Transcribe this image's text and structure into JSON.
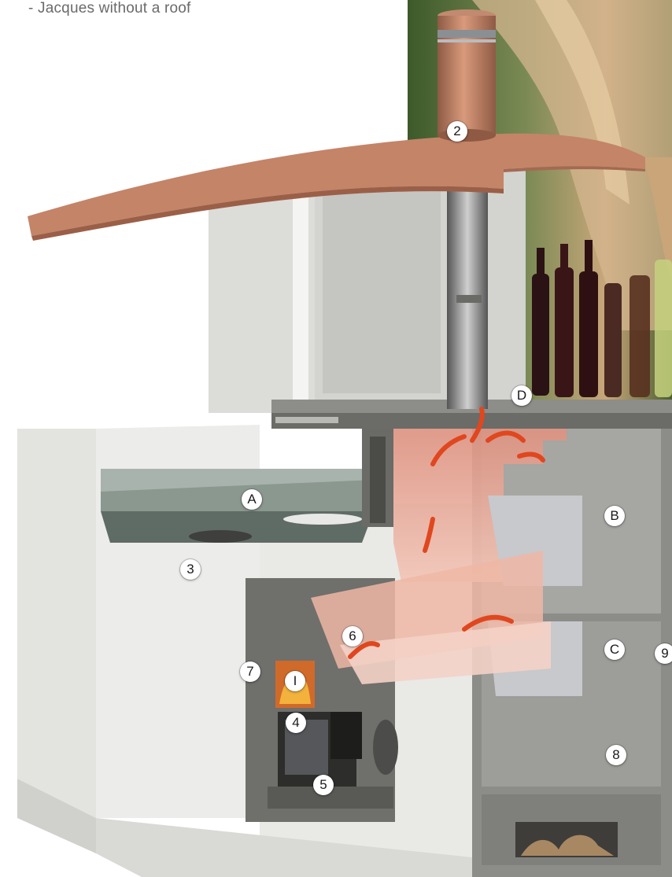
{
  "caption": "- Jacques without a roof",
  "markers": {
    "m2": "2",
    "mA": "A",
    "mB": "B",
    "mC": "C",
    "mD": "D",
    "m1": "I",
    "m3": "3",
    "m4": "4",
    "m5": "5",
    "m6": "6",
    "m7": "7",
    "m8": "8",
    "m9": "9"
  },
  "colors": {
    "roof": "#c98a6f",
    "chimney": "#b9765a",
    "body": "#e7e7e5",
    "shadow": "#c9c9c6",
    "metal": "#6f6f6c",
    "fire": "#e5562b",
    "heat": "#f3c7b7"
  }
}
